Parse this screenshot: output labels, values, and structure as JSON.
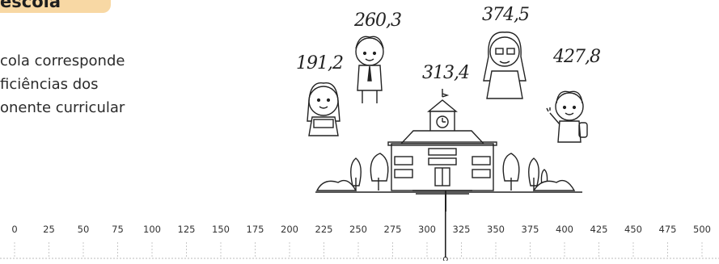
{
  "heading": {
    "tag": "escola"
  },
  "paragraph": {
    "lines": [
      "cola corresponde",
      "ficiências dos",
      "onente curricular"
    ]
  },
  "students": [
    {
      "value": "191,2"
    },
    {
      "value": "260,3"
    },
    {
      "value": "313,4"
    },
    {
      "value": "374,5"
    },
    {
      "value": "427,8"
    }
  ],
  "scale": {
    "labels": [
      "0",
      "25",
      "50",
      "75",
      "100",
      "125",
      "150",
      "175",
      "200",
      "225",
      "250",
      "275",
      "300",
      "325",
      "350",
      "375",
      "400",
      "425",
      "450",
      "475",
      "500"
    ],
    "min": 0,
    "max": 500,
    "marker_value": 313.4
  },
  "colors": {
    "tag_bg": "#f8d8a4",
    "line": "#222222"
  }
}
